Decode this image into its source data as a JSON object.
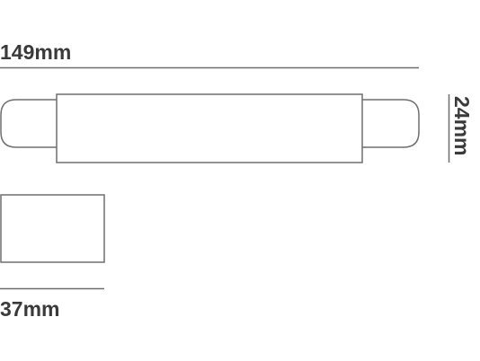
{
  "dimensions": {
    "length_label": "149mm",
    "height_label": "24mm",
    "depth_label": "37mm"
  },
  "colors": {
    "outline": "#6e6e6e",
    "text": "#3a3a3a",
    "background": "#ffffff"
  }
}
